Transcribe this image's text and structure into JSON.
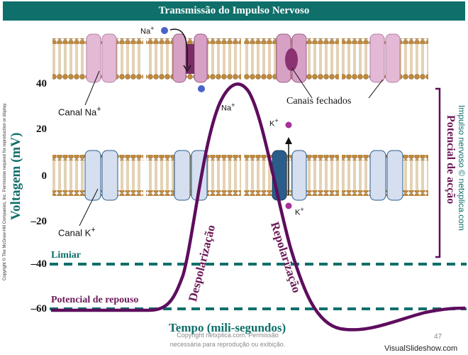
{
  "header": {
    "title": "Transmissão do Impulso Nervoso"
  },
  "axes": {
    "y_label": "Voltagem (mV)",
    "x_label": "Tempo (mili-segundos)",
    "y_ticks": [
      "40",
      "20",
      "0",
      "–20",
      "–40",
      "–60"
    ]
  },
  "levels": {
    "threshold_label": "Limiar",
    "threshold_mv": -40,
    "resting_label": "Potencial de repouso",
    "resting_mv": -60,
    "peak_mv": 40
  },
  "phases": {
    "depolarization": "Despolarização",
    "repolarization": "Repolarização"
  },
  "annotations": {
    "na_channel": "Canal Na",
    "k_channel": "Canal K",
    "closed_channels": "Canais fechados",
    "na_ion_top": "Na",
    "na_ion_bottom": "Na",
    "k_ion_top": "K",
    "k_ion_bottom": "K",
    "plus": "+",
    "action_potential": "Potencial de acção"
  },
  "credits": {
    "side_credit": "Impulso nervoso © netxplica.com",
    "left_copyright": "Copyright © The McGraw-Hill Companies, Inc. Permission required for reproduction or display.",
    "watermark_line1": "Copyright netxplica.com. Permissão",
    "watermark_line2": "necessária para reprodução ou exibição.",
    "page_number": "47",
    "site": "VisualSlideshow.com"
  },
  "colors": {
    "title_bar": "#0f6f6a",
    "dashed_lines": "#0f6f6a",
    "curve": "#5e0d5e",
    "phase_text": "#6b1a58",
    "na_channel": "#e3b9d6",
    "k_channel": "#2a5d8a",
    "membrane_head": "#c08a3c"
  }
}
